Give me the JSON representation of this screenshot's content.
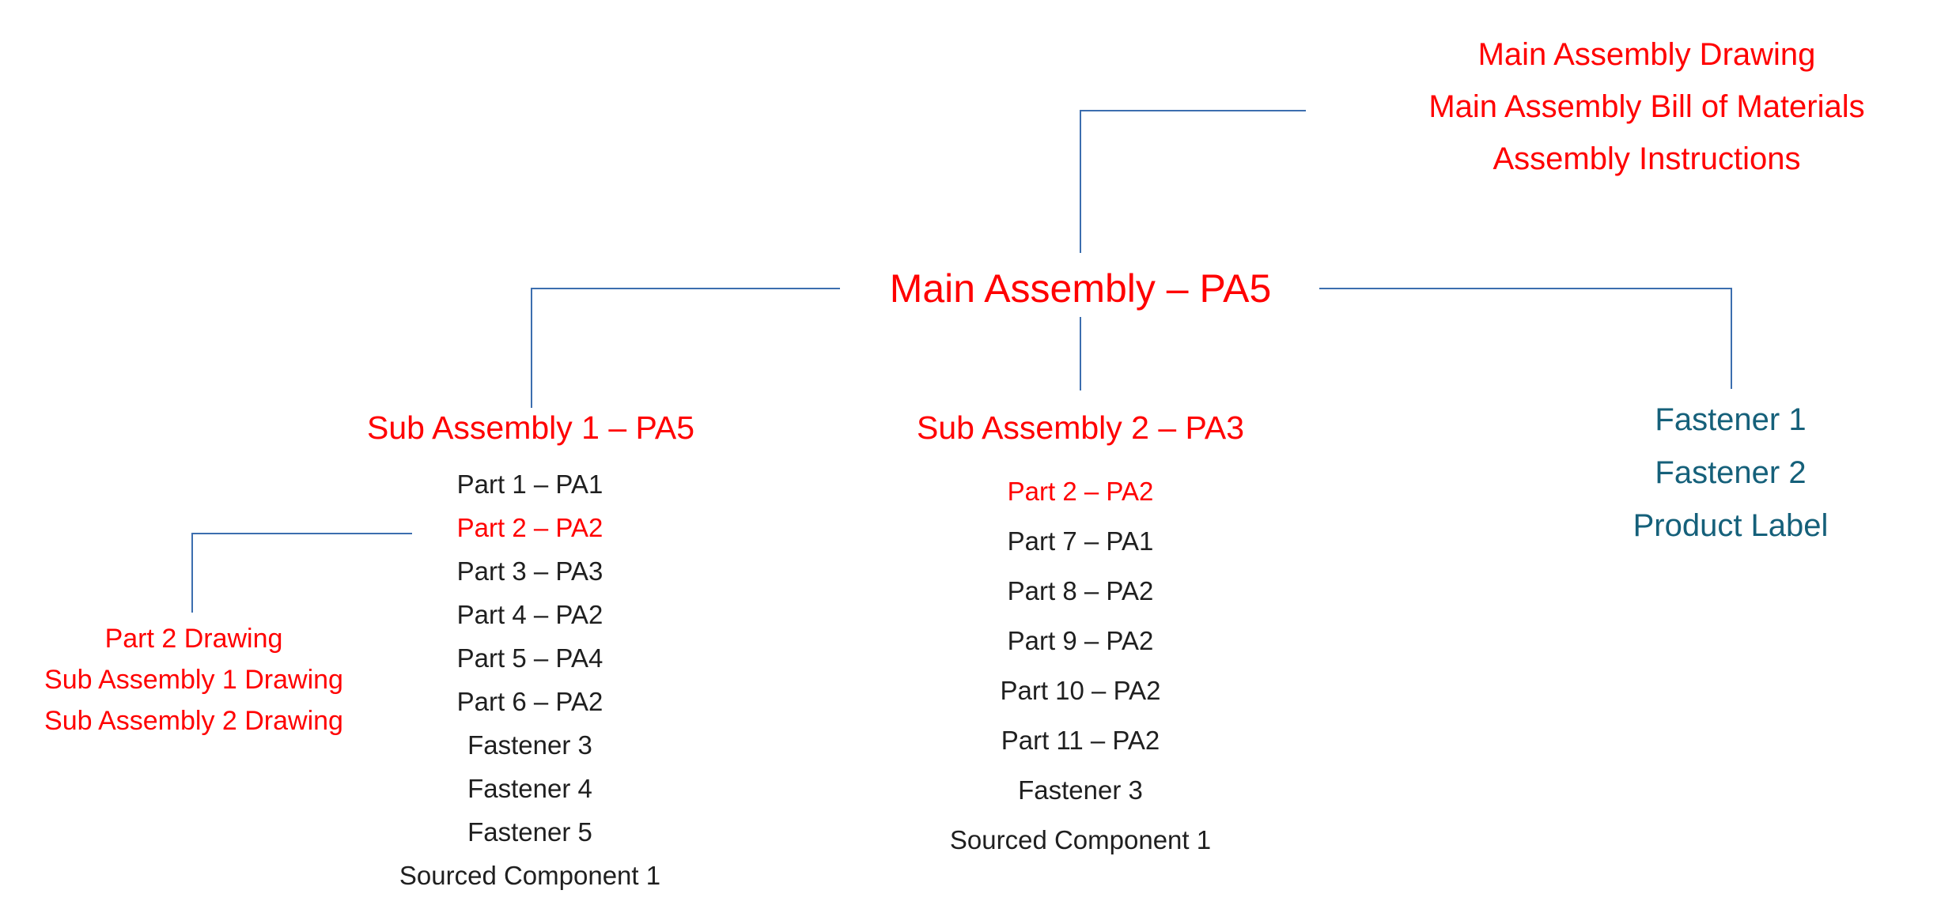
{
  "colors": {
    "red": "#FF0000",
    "teal": "#15607A",
    "line": "#3C6EAF",
    "text": "#1F1F1F"
  },
  "root": {
    "label": "Main Assembly – PA5"
  },
  "root_documents": [
    "Main Assembly Drawing",
    "Main Assembly Bill of Materials",
    "Assembly Instructions"
  ],
  "sub_assembly_1": {
    "title": "Sub Assembly 1 – PA5",
    "items": [
      {
        "label": "Part 1 – PA1",
        "highlight": false
      },
      {
        "label": "Part 2 – PA2",
        "highlight": true
      },
      {
        "label": "Part 3 – PA3",
        "highlight": false
      },
      {
        "label": "Part 4 – PA2",
        "highlight": false
      },
      {
        "label": "Part 5 – PA4",
        "highlight": false
      },
      {
        "label": "Part 6 – PA2",
        "highlight": false
      },
      {
        "label": "Fastener 3",
        "highlight": false
      },
      {
        "label": "Fastener 4",
        "highlight": false
      },
      {
        "label": "Fastener 5",
        "highlight": false
      },
      {
        "label": "Sourced Component 1",
        "highlight": false
      }
    ]
  },
  "sub_assembly_2": {
    "title": "Sub Assembly 2 – PA3",
    "items": [
      {
        "label": "Part 2 – PA2",
        "highlight": true
      },
      {
        "label": "Part 7 – PA1",
        "highlight": false
      },
      {
        "label": "Part 8 – PA2",
        "highlight": false
      },
      {
        "label": "Part 9 – PA2",
        "highlight": false
      },
      {
        "label": "Part 10 – PA2",
        "highlight": false
      },
      {
        "label": "Part 11 – PA2",
        "highlight": false
      },
      {
        "label": "Fastener 3",
        "highlight": false
      },
      {
        "label": "Sourced Component 1",
        "highlight": false
      }
    ]
  },
  "hardware": [
    "Fastener 1",
    "Fastener 2",
    "Product Label"
  ],
  "part2_documents": [
    "Part 2 Drawing",
    "Sub Assembly 1 Drawing",
    "Sub Assembly 2 Drawing"
  ]
}
